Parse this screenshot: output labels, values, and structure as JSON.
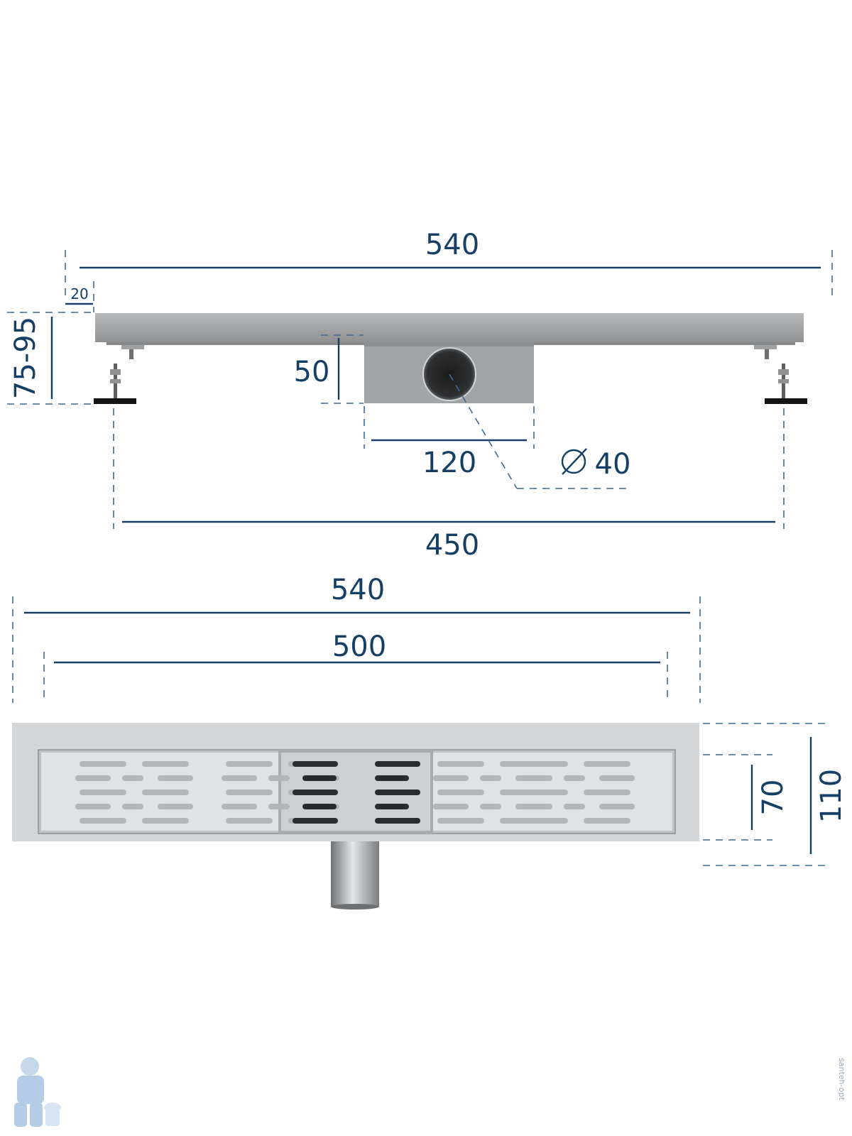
{
  "side_view": {
    "total_length": "540",
    "flange": "20",
    "height_range": "75-95",
    "outlet_height": "50",
    "outlet_width": "120",
    "outlet_diameter": "40",
    "foot_span": "450"
  },
  "top_view": {
    "total_length": "540",
    "grate_length": "500",
    "grate_width": "70",
    "total_width": "110"
  },
  "watermark": "santeh-opt"
}
